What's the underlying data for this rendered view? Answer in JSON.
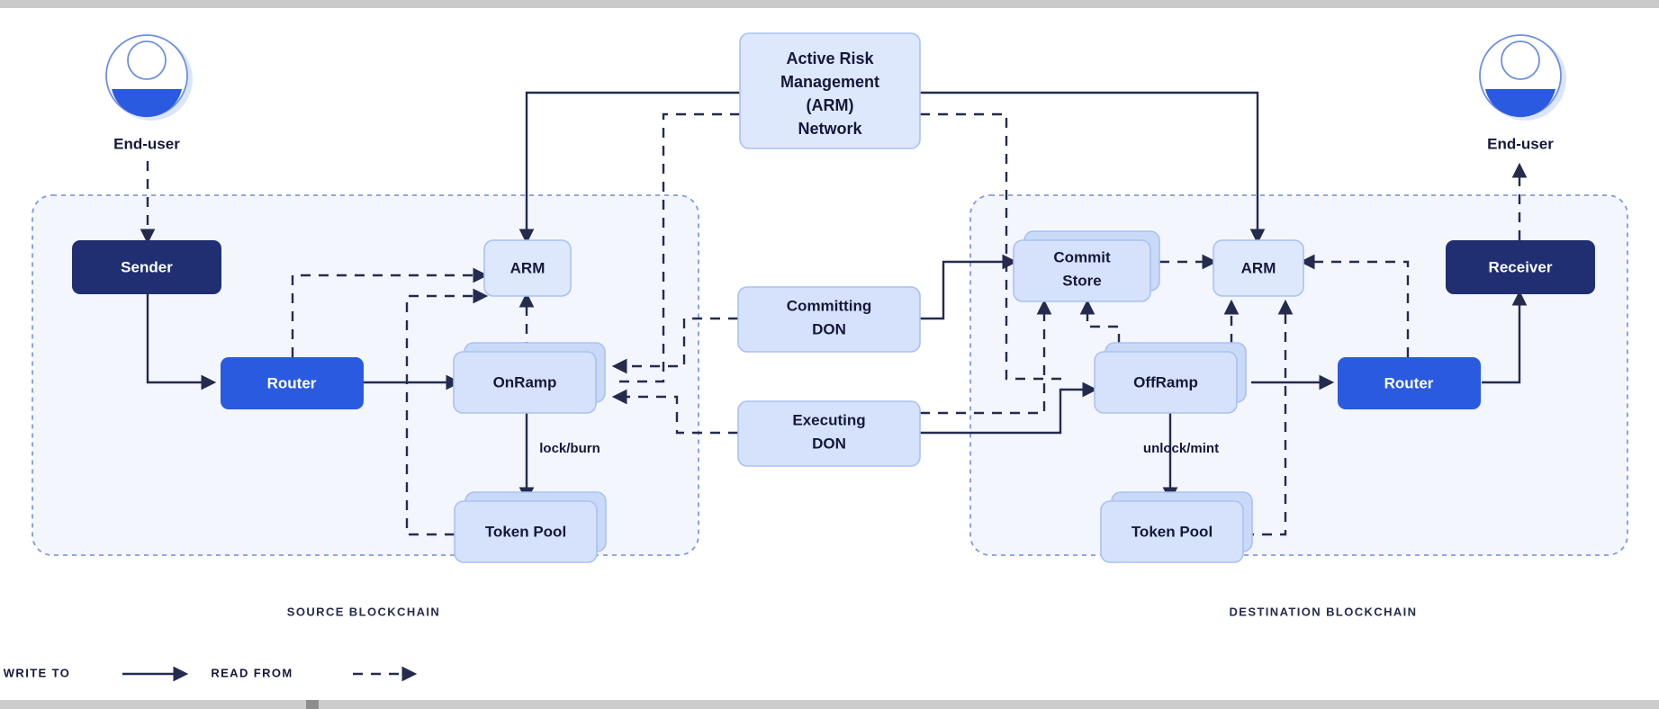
{
  "diagram": {
    "title": "CCIP cross-chain token transfer architecture",
    "colors": {
      "navy": "#1f2f71",
      "blue": "#2a5ae0",
      "light_blue_box": "#d6e2fb",
      "arm_box": "#dde8fd",
      "zone_fill": "#f4f6fe",
      "zone_border": "#7f9ae6",
      "line": "#242b4d",
      "text_dark": "#15183a",
      "text_light": "#ffffff"
    },
    "actors": [
      {
        "id": "end-user-left",
        "label": "End-user",
        "icon": "user-avatar-icon",
        "side": "left"
      },
      {
        "id": "end-user-right",
        "label": "End-user",
        "icon": "user-avatar-icon",
        "side": "right"
      }
    ],
    "central_node": {
      "id": "arm-network",
      "lines": [
        "Active Risk",
        "Management",
        "(ARM)",
        "Network"
      ],
      "style": "light"
    },
    "middle_nodes": [
      {
        "id": "committing-don",
        "lines": [
          "Committing",
          "DON"
        ],
        "style": "light"
      },
      {
        "id": "executing-don",
        "lines": [
          "Executing",
          "DON"
        ],
        "style": "light"
      }
    ],
    "zones": [
      {
        "id": "source-blockchain",
        "label": "SOURCE BLOCKCHAIN",
        "nodes": [
          {
            "id": "sender",
            "label": "Sender",
            "style": "navy",
            "stacked": false
          },
          {
            "id": "router-source",
            "label": "Router",
            "style": "blue",
            "stacked": false
          },
          {
            "id": "arm-source",
            "label": "ARM",
            "style": "light",
            "stacked": false
          },
          {
            "id": "onramp",
            "label": "OnRamp",
            "style": "light",
            "stacked": true
          },
          {
            "id": "token-pool-src",
            "label": "Token Pool",
            "style": "light",
            "stacked": true
          }
        ],
        "edge_labels": [
          {
            "id": "lock-burn",
            "text": "lock/burn"
          }
        ]
      },
      {
        "id": "destination-blockchain",
        "label": "DESTINATION BLOCKCHAIN",
        "nodes": [
          {
            "id": "commit-store",
            "label": "Commit Store",
            "lines": [
              "Commit",
              "Store"
            ],
            "style": "light",
            "stacked": true
          },
          {
            "id": "arm-dest",
            "label": "ARM",
            "style": "light",
            "stacked": false
          },
          {
            "id": "offramp",
            "label": "OffRamp",
            "style": "light",
            "stacked": true
          },
          {
            "id": "token-pool-dst",
            "label": "Token Pool",
            "style": "light",
            "stacked": true
          },
          {
            "id": "router-dest",
            "label": "Router",
            "style": "blue",
            "stacked": false
          },
          {
            "id": "receiver",
            "label": "Receiver",
            "style": "navy",
            "stacked": false
          }
        ],
        "edge_labels": [
          {
            "id": "unlock-mint",
            "text": "unlock/mint"
          }
        ]
      }
    ],
    "legend": {
      "items": [
        {
          "id": "write-to",
          "label": "WRITE TO",
          "line_style": "solid"
        },
        {
          "id": "read-from",
          "label": "READ FROM",
          "line_style": "dashed"
        }
      ]
    }
  }
}
